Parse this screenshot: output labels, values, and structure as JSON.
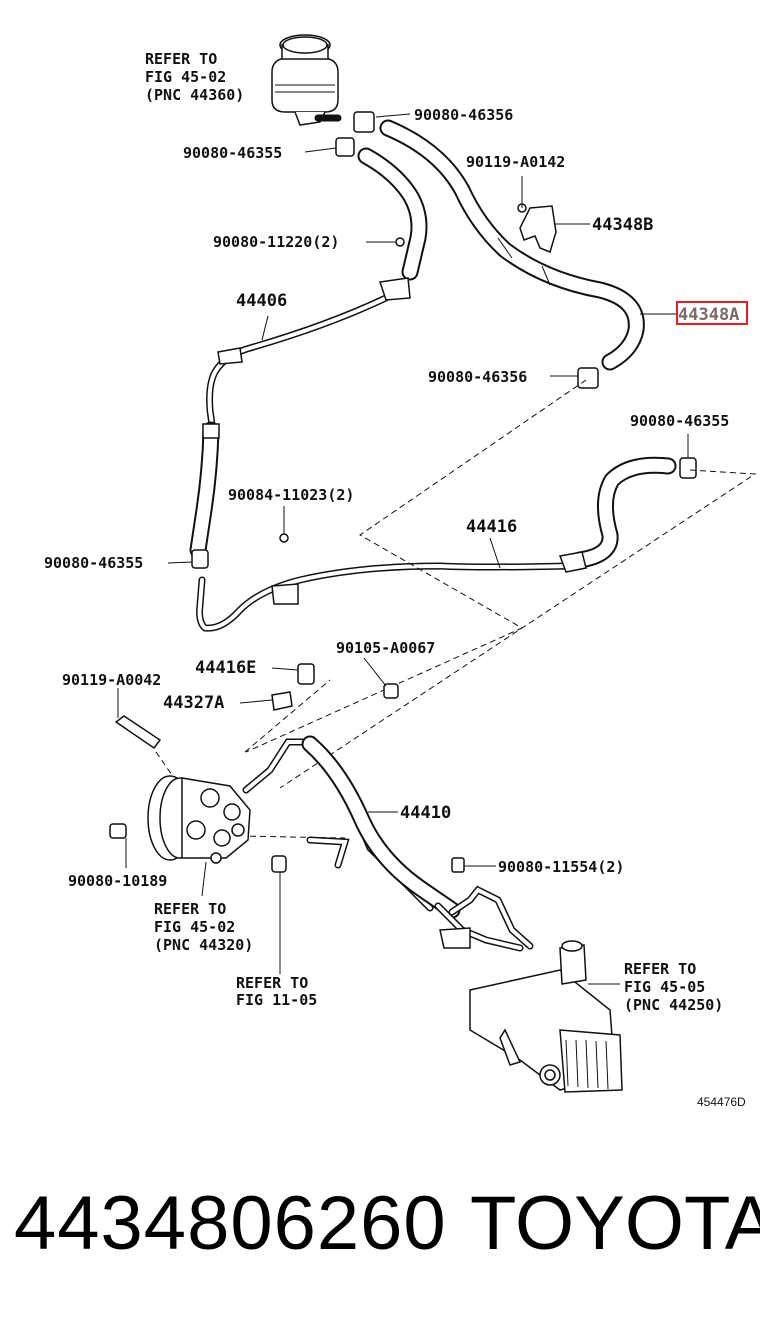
{
  "diagram": {
    "figure_code": "454476D",
    "labels": {
      "refer_reservoir_1": "REFER TO",
      "refer_reservoir_2": "FIG 45-02",
      "refer_reservoir_3": "(PNC 44360)",
      "clip_top_right": "90080-46356",
      "clip_top_left": "90080-46355",
      "bolt_bracket": "90119-A0142",
      "bracket_b": "44348B",
      "bolt_clamp_upper": "90080-11220(2)",
      "hose_return_upper": "44406",
      "hose_highlighted": "44348A",
      "clip_mid": "90080-46356",
      "clip_right": "90080-46355",
      "bolt_mid": "90084-11023(2)",
      "clip_left": "90080-46355",
      "hose_return_lower": "44416",
      "bolt_pump_top": "90105-A0067",
      "bolt_union": "44416E",
      "gasket": "44327A",
      "bolt_pump_left": "90119-A0042",
      "pressure_hose": "44410",
      "bolt_gear": "90080-11554(2)",
      "bolt_pump_bottom": "90080-10189",
      "refer_pump_1": "REFER TO",
      "refer_pump_2": "FIG 45-02",
      "refer_pump_3": "(PNC 44320)",
      "refer_fig11_1": "REFER TO",
      "refer_fig11_2": "FIG 11-05",
      "refer_gear_1": "REFER TO",
      "refer_gear_2": "FIG 45-05",
      "refer_gear_3": "(PNC 44250)"
    },
    "highlight_color": "#e0202a"
  },
  "footer": {
    "part_number": "4434806260",
    "brand": "TOYOTA"
  }
}
